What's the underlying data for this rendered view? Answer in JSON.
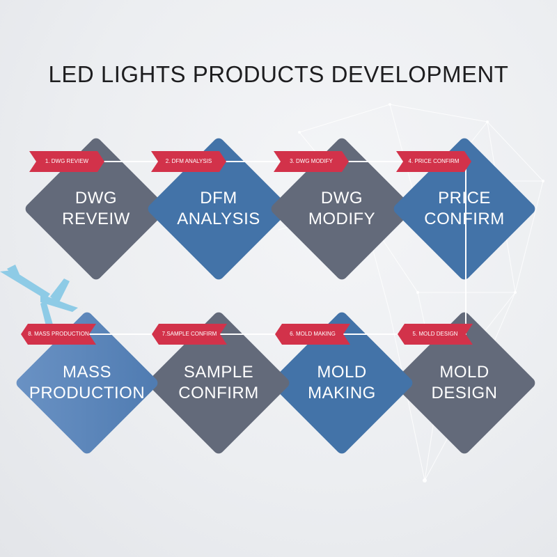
{
  "title": "LED LIGHTS PRODUCTS DEVELOPMENT",
  "colors": {
    "gray": "#636a7a",
    "blue": "#4373a8",
    "light_blue": "#5a86bb",
    "tag_red": "#d2324a",
    "airplane": "#8ecbe6"
  },
  "steps": [
    {
      "tag": "1. DWG REVIEW",
      "line1": "DWG",
      "line2": "REVEIW"
    },
    {
      "tag": "2. DFM ANALYSIS",
      "line1": "DFM",
      "line2": "ANALYSIS"
    },
    {
      "tag": "3. DWG MODIFY",
      "line1": "DWG",
      "line2": "MODIFY"
    },
    {
      "tag": "4. PRICE CONFIRM",
      "line1": "PRICE",
      "line2": "CONFIRM"
    },
    {
      "tag": "5. MOLD DESIGN",
      "line1": "MOLD",
      "line2": "DESIGN"
    },
    {
      "tag": "6. MOLD MAKING",
      "line1": "MOLD",
      "line2": "MAKING"
    },
    {
      "tag": "7.SAMPLE CONFIRM",
      "line1": "SAMPLE",
      "line2": "CONFIRM"
    },
    {
      "tag": "8. MASS PRODUCTION",
      "line1": "MASS",
      "line2": "PRODUCTION"
    }
  ],
  "icons": [
    "airplane-icon"
  ]
}
